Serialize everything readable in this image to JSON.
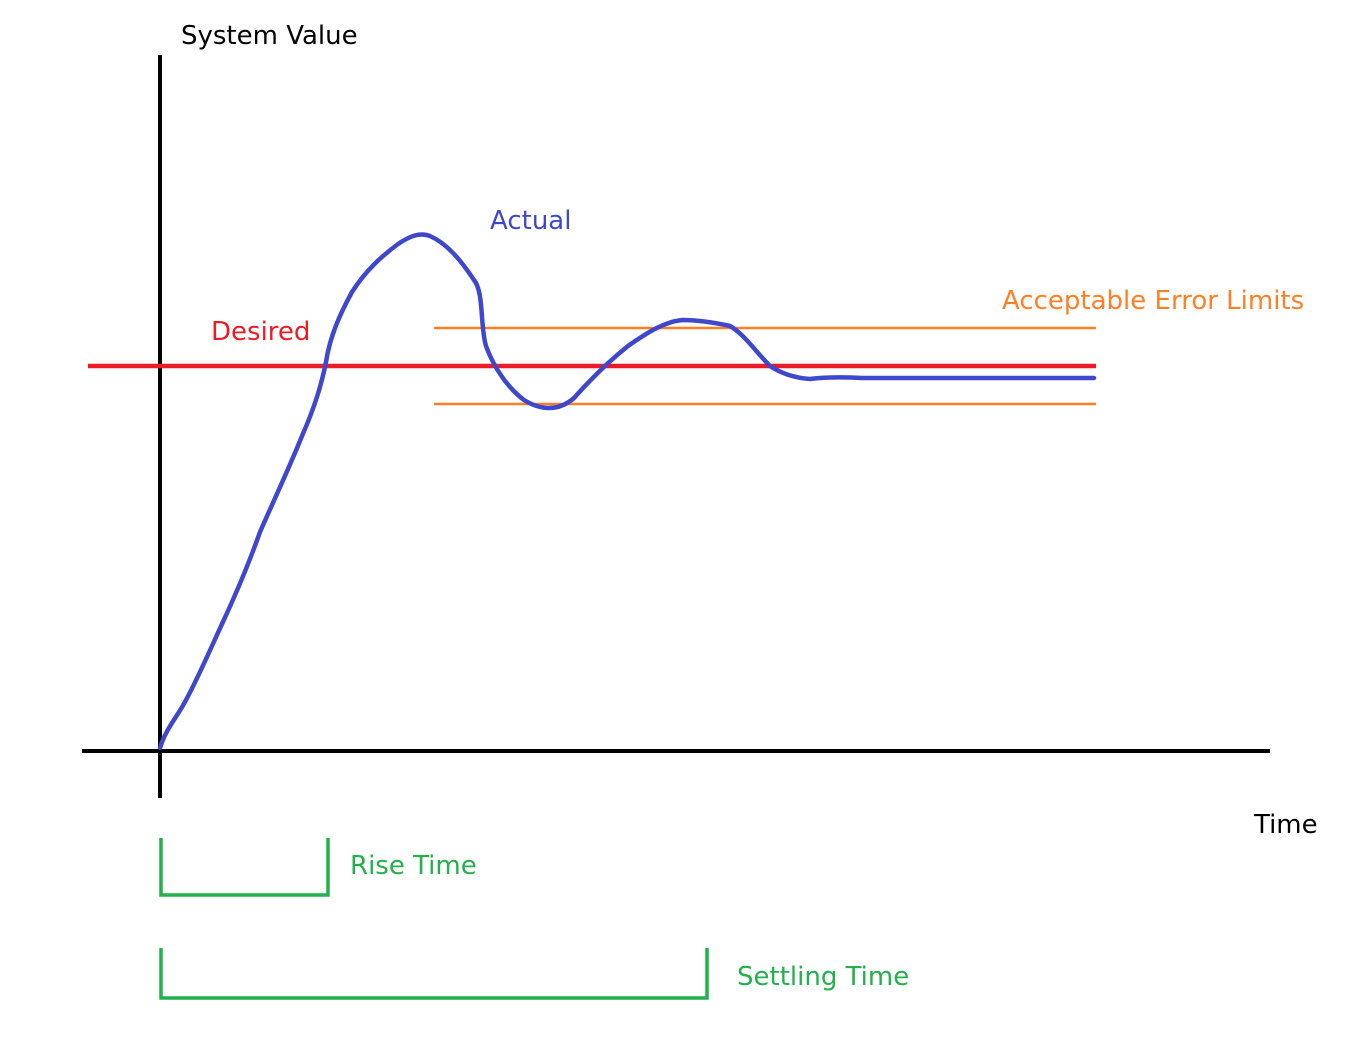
{
  "labels": {
    "y_axis": "System Value",
    "x_axis": "Time",
    "actual": "Actual",
    "desired": "Desired",
    "error_limits": "Acceptable Error Limits",
    "rise_time": "Rise Time",
    "settling_time": "Settling Time"
  },
  "colors": {
    "axis": "#000000",
    "actual": "#3f48cc",
    "desired": "#ed1c24",
    "error_limits": "#ff7f27",
    "brackets": "#22b14c"
  },
  "icons": {
    "rise_time_bracket": "bracket-icon",
    "settling_time_bracket": "bracket-icon"
  }
}
